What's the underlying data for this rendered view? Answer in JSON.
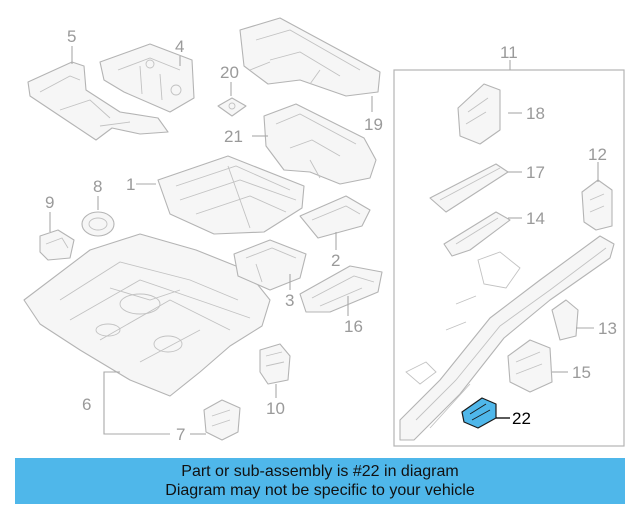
{
  "diagram": {
    "callouts": {
      "c1": "1",
      "c2": "2",
      "c3": "3",
      "c4": "4",
      "c5": "5",
      "c6": "6",
      "c7": "7",
      "c8": "8",
      "c9": "9",
      "c10": "10",
      "c11": "11",
      "c12": "12",
      "c13": "13",
      "c14": "14",
      "c15": "15",
      "c16": "16",
      "c17": "17",
      "c18": "18",
      "c19": "19",
      "c20": "20",
      "c21": "21",
      "c22": "22"
    },
    "highlighted_part": "22",
    "colors": {
      "line_art": "#b4b4b4",
      "callout_text": "#9a9a9a",
      "highlight_part": "#4fb7ea",
      "highlight_text": "#000000"
    }
  },
  "banner": {
    "line1": "Part or sub-assembly is #22 in diagram",
    "line2": "Diagram may not be specific to your vehicle",
    "background": "#4fb7ea"
  }
}
